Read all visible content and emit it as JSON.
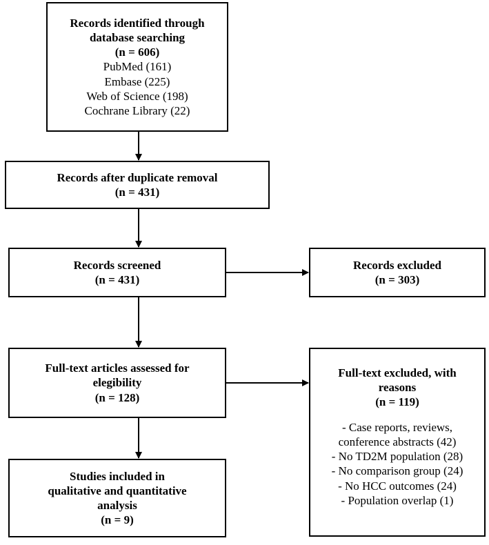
{
  "identified": {
    "title_line1": "Records identified through",
    "title_line2": "database searching",
    "count": "(n = 606)",
    "sources": [
      "PubMed (161)",
      "Embase (225)",
      "Web of Science (198)",
      "Cochrane Library (22)"
    ]
  },
  "duplicates": {
    "title": "Records after duplicate removal",
    "count": "(n = 431)"
  },
  "screened": {
    "title": "Records screened",
    "count": "(n = 431)"
  },
  "excluded": {
    "title": "Records excluded",
    "count": "(n = 303)"
  },
  "fulltext": {
    "title_line1": "Full-text articles assessed for",
    "title_line2": "elegibility",
    "count": "(n = 128)"
  },
  "fulltext_excluded": {
    "title_line1": "Full-text excluded, with",
    "title_line2": "reasons",
    "count": "(n = 119)",
    "reasons": [
      {
        "line1": "-   Case reports, reviews,",
        "line2": "conference abstracts (42)"
      },
      {
        "line1": "-  No TD2M population (28)"
      },
      {
        "line1": "-  No comparison group (24)"
      },
      {
        "line1": "-  No HCC outcomes (24)"
      },
      {
        "line1": "-  Population overlap (1)"
      }
    ]
  },
  "included": {
    "title_line1": "Studies included in",
    "title_line2": "qualitative and quantitative",
    "title_line3": "analysis",
    "count": "(n = 9)"
  }
}
